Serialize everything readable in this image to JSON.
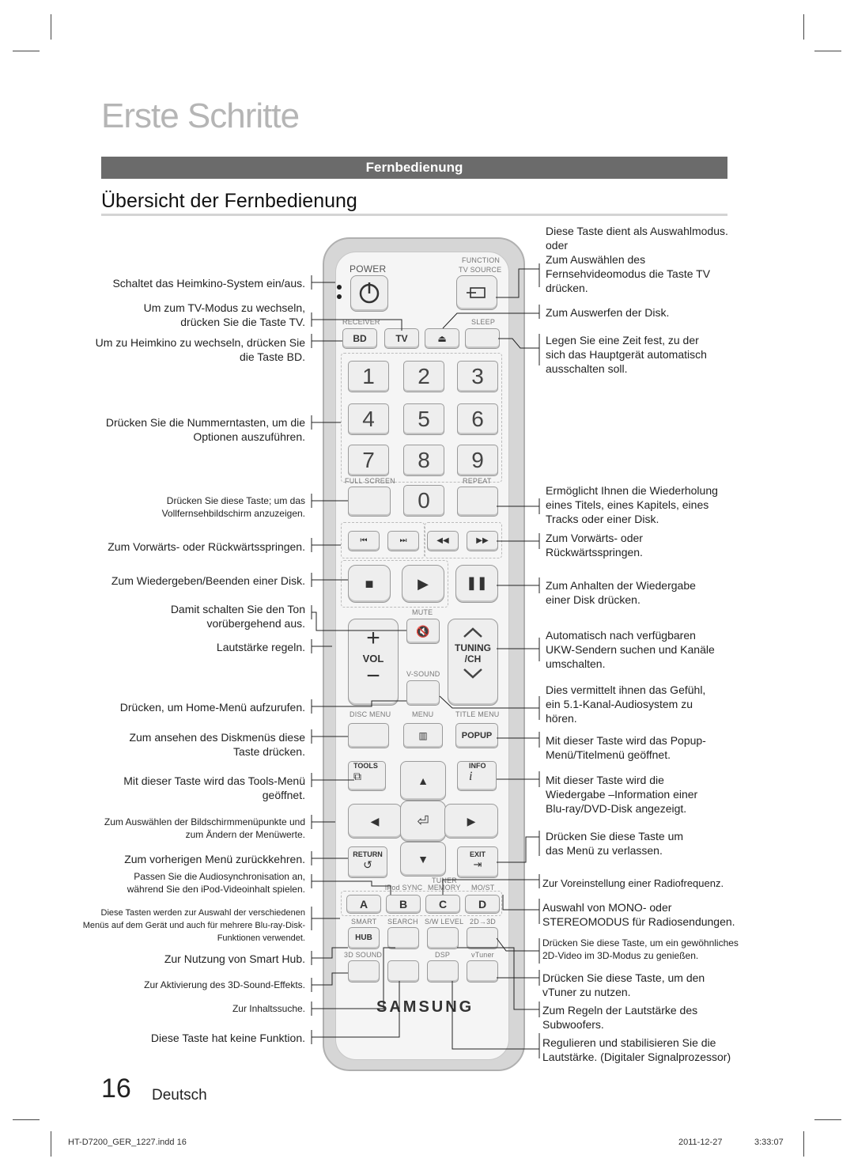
{
  "page": {
    "title": "Erste Schritte",
    "section_bar": "Fernbedienung",
    "heading": "Übersicht der Fernbedienung",
    "page_number": "16",
    "language": "Deutsch"
  },
  "footer": {
    "file": "HT-D7200_GER_1227.indd   16",
    "date": "2011-12-27",
    "time": "3:33:07"
  },
  "remote": {
    "power": "POWER",
    "function": "FUNCTION",
    "tv_source": "TV SOURCE",
    "receiver": "RECEIVER",
    "sleep": "SLEEP",
    "bd": "BD",
    "tv": "TV",
    "eject": "⏏",
    "n1": "1",
    "n2": "2",
    "n3": "3",
    "n4": "4",
    "n5": "5",
    "n6": "6",
    "n7": "7",
    "n8": "8",
    "n9": "9",
    "n0": "0",
    "full_screen": "FULL SCREEN",
    "repeat": "REPEAT",
    "mute": "MUTE",
    "vol": "VOL",
    "vsound": "V-SOUND",
    "tuning": "TUNING",
    "ch": "/CH",
    "disc_menu": "DISC MENU",
    "menu": "MENU",
    "title_menu": "TITLE MENU",
    "popup": "POPUP",
    "tools": "TOOLS",
    "info": "INFO",
    "return": "RETURN",
    "exit": "EXIT",
    "ipod_sync": "iPod SYNC",
    "tuner_memory_top": "TUNER",
    "tuner_memory": "MEMORY",
    "mo_st": "MO/ST",
    "a": "A",
    "b": "B",
    "c": "C",
    "d": "D",
    "smart": "SMART",
    "search": "SEARCH",
    "sw_level": "S/W LEVEL",
    "two_d_3d": "2D→3D",
    "hub": "HUB",
    "sound_3d": "3D SOUND",
    "dsp": "DSP",
    "vtuner": "vTuner",
    "brand": "SAMSUNG"
  },
  "left_annotations": [
    "Schaltet das Heimkino-System ein/aus.",
    "Um zum TV-Modus zu wechseln, drücken Sie die Taste TV.",
    "Um zu Heimkino zu wechseln, drücken Sie die Taste BD.",
    "Drücken Sie die Nummerntasten, um die Optionen auszuführen.",
    "Drücken Sie diese Taste; um das Vollfernsehbildschirm anzuzeigen.",
    "Zum Vorwärts- oder Rückwärtsspringen.",
    "Zum Wiedergeben/Beenden einer Disk.",
    "Damit schalten Sie den Ton vorübergehend aus.",
    "Lautstärke regeln.",
    "Drücken, um Home-Menü aufzurufen.",
    "Zum ansehen des Diskmenüs diese Taste drücken.",
    "Mit dieser Taste wird das Tools-Menü geöffnet.",
    "Zum Auswählen der Bildschirmmenüpunkte und zum Ändern der Menüwerte.",
    "Zum vorherigen Menü zurückkehren.",
    "Passen Sie die Audiosynchronisation an, während Sie den iPod-Videoinhalt spielen.",
    "Diese Tasten werden zur Auswahl der verschiedenen Menüs auf dem Gerät und auch für mehrere Blu-ray-Disk-Funktionen verwendet.",
    "Zur Nutzung von Smart Hub.",
    "Zur Aktivierung des 3D-Sound-Effekts.",
    "Zur Inhaltssuche.",
    "Diese Taste hat keine Funktion."
  ],
  "right_annotations": [
    "Diese Taste dient als Auswahlmodus. oder",
    "Zum Auswählen des Fernsehvideomodus die Taste TV drücken.",
    "Zum Auswerfen der Disk.",
    "Legen Sie eine Zeit fest, zu der sich das Hauptgerät automatisch ausschalten soll.",
    "Ermöglicht Ihnen die Wiederholung eines Titels, eines Kapitels, eines Tracks oder einer Disk.",
    "Zum Vorwärts- oder Rückwärtsspringen.",
    "Zum Anhalten der Wiedergabe einer Disk drücken.",
    "Automatisch nach verfügbaren UKW-Sendern suchen und Kanäle umschalten.",
    "Dies vermittelt ihnen das Gefühl, ein 5.1-Kanal-Audiosystem zu hören.",
    "Mit dieser Taste wird das Popup-Menü/Titelmenü geöffnet.",
    "Mit dieser Taste wird die Wiedergabe –Information einer Blu-ray/DVD-Disk angezeigt.",
    "Drücken Sie diese Taste um das Menü zu verlassen.",
    "Zur Voreinstellung einer Radiofrequenz.",
    "Auswahl von MONO- oder STEREOMODUS für Radiosendungen.",
    "Drücken Sie diese Taste, um ein gewöhnliches 2D-Video im 3D-Modus zu genießen.",
    "Drücken Sie diese Taste, um den vTuner zu nutzen.",
    "Zum Regeln der Lautstärke des Subwoofers.",
    "Regulieren und stabilisieren Sie die Lautstärke. (Digitaler Signalprozessor)"
  ]
}
